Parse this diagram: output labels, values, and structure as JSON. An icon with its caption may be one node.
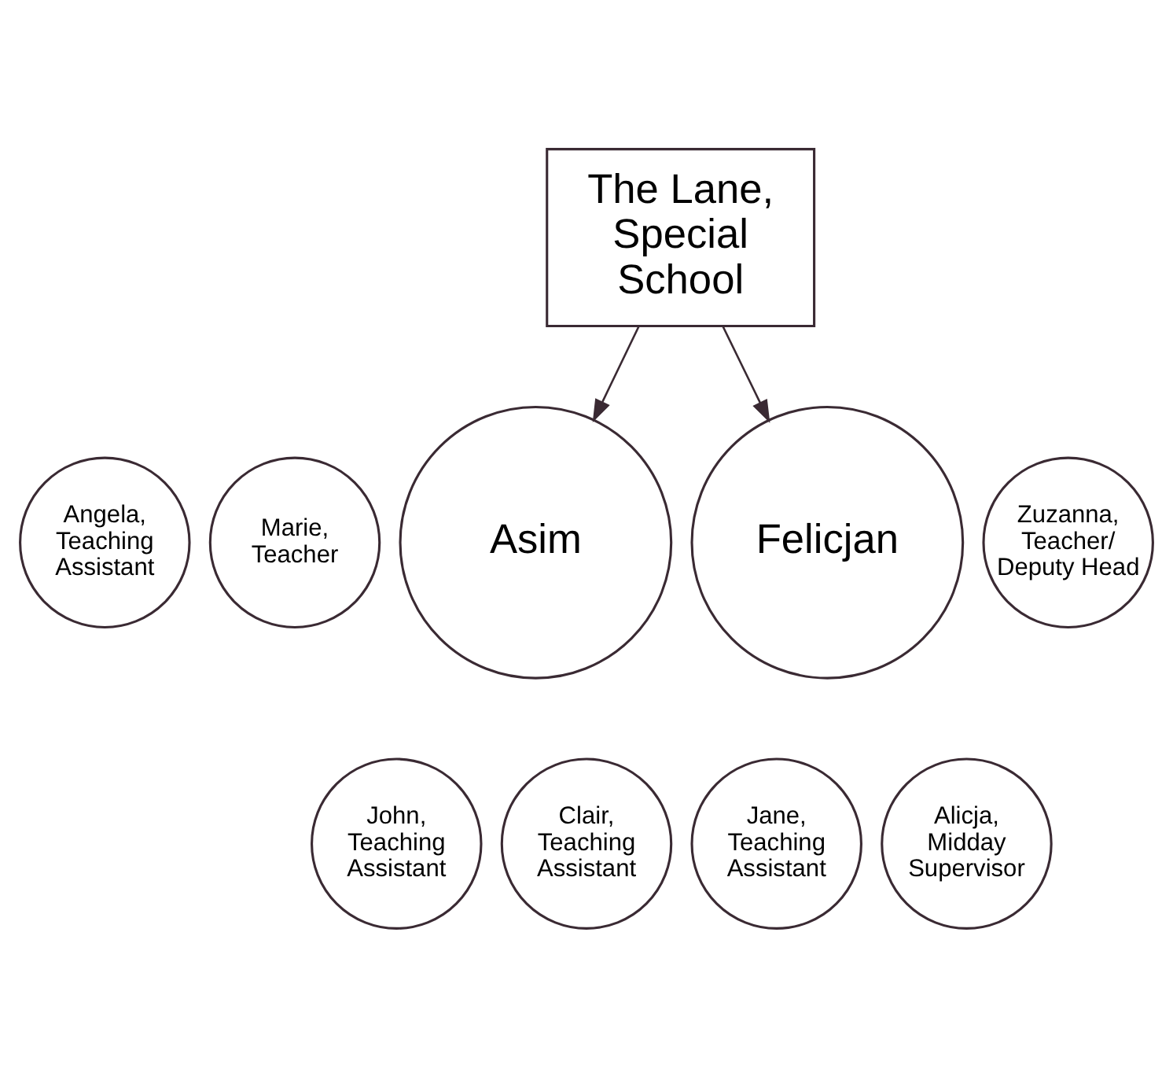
{
  "diagram": {
    "nodes": [
      {
        "text": [
          "The Lane, Special School"
        ]
      },
      {
        "text": [
          "Marie, Teacher"
        ]
      },
      {
        "text": [
          "Angela, Teaching Assistant"
        ]
      },
      {
        "text": [
          "Asim"
        ]
      },
      {
        "text": [
          "John, Teaching Assistant"
        ]
      },
      {
        "text": [
          "Clair, Teaching Assistant"
        ]
      },
      {
        "text": [
          "Felicjan"
        ]
      },
      {
        "text": [
          "Zuzanna, Teacher/ Deputy Head"
        ]
      },
      {
        "text": [
          "Jane, Teaching Assistant"
        ]
      },
      {
        "text": [
          "Alicja, Midday Supervisor"
        ]
      }
    ],
    "edges": [
      {
        "from": 0,
        "to": 3,
        "arrow": "to"
      },
      {
        "from": 0,
        "to": 6,
        "arrow": "to"
      }
    ]
  }
}
